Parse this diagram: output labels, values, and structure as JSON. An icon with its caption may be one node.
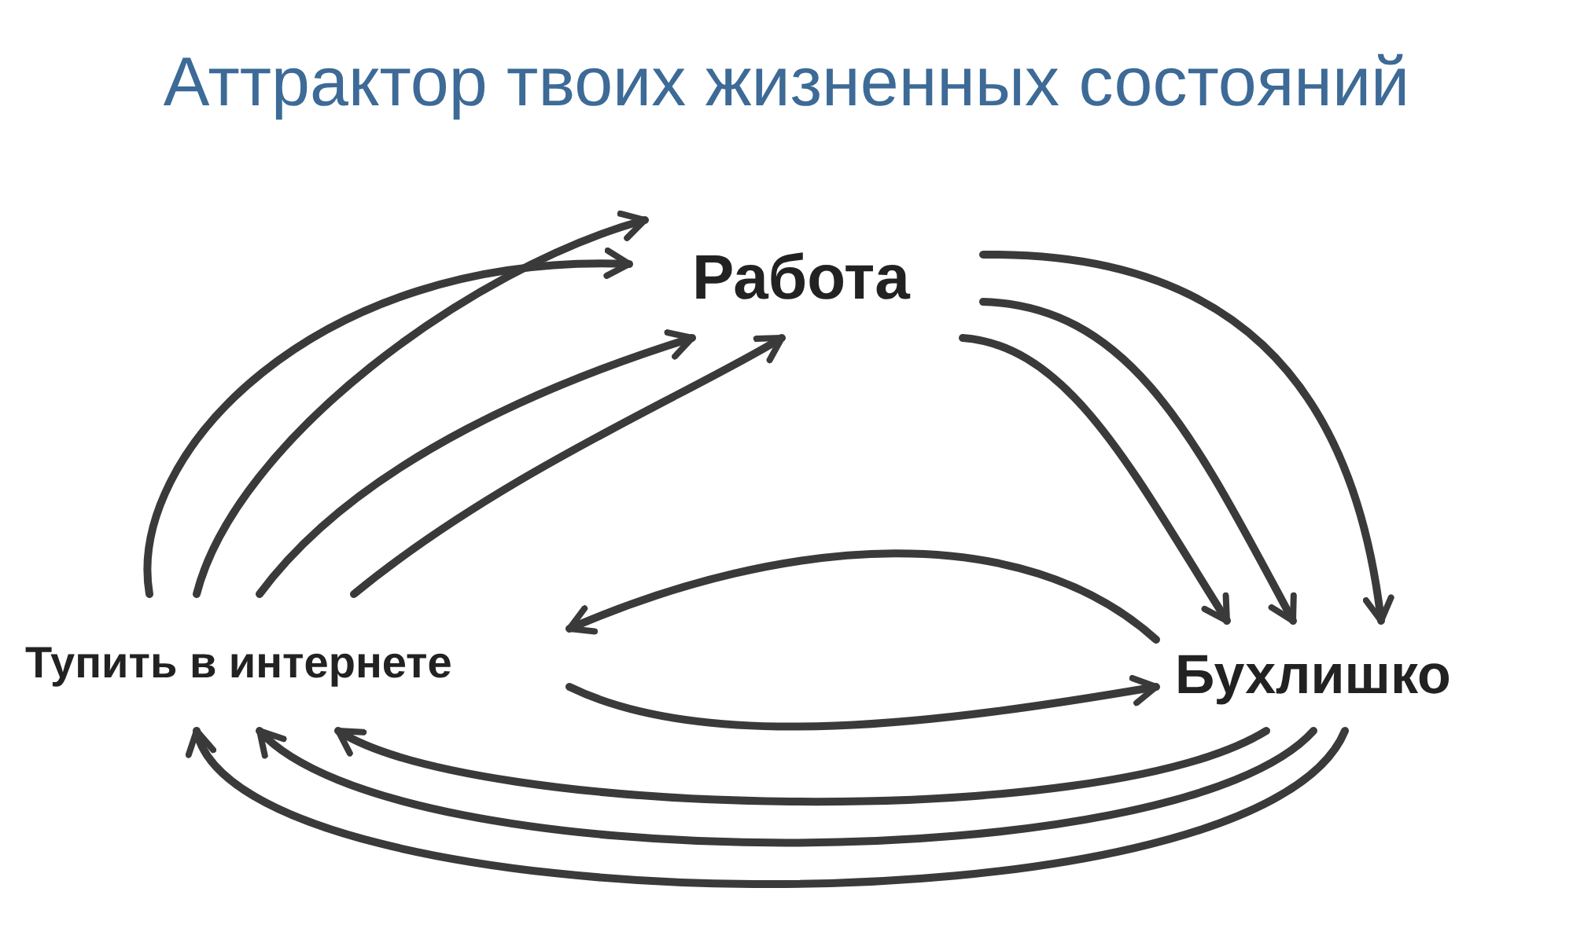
{
  "diagram": {
    "title": "Аттрактор твоих жизненных состояний",
    "nodes": [
      {
        "text": [
          "Работа"
        ]
      },
      {
        "text": [
          "Тупить в интернете"
        ]
      },
      {
        "text": [
          "Бухлишко"
        ]
      }
    ],
    "edges": [
      {
        "from": 1,
        "to": 0,
        "arrow": "to"
      },
      {
        "from": 1,
        "to": 0,
        "arrow": "to"
      },
      {
        "from": 1,
        "to": 0,
        "arrow": "to"
      },
      {
        "from": 1,
        "to": 0,
        "arrow": "to"
      },
      {
        "from": 0,
        "to": 2,
        "arrow": "to"
      },
      {
        "from": 0,
        "to": 2,
        "arrow": "to"
      },
      {
        "from": 0,
        "to": 2,
        "arrow": "to"
      },
      {
        "from": 2,
        "to": 1,
        "arrow": "to"
      },
      {
        "from": 1,
        "to": 2,
        "arrow": "to"
      },
      {
        "from": 2,
        "to": 1,
        "arrow": "to"
      },
      {
        "from": 2,
        "to": 1,
        "arrow": "to"
      },
      {
        "from": 2,
        "to": 1,
        "arrow": "to"
      }
    ]
  }
}
